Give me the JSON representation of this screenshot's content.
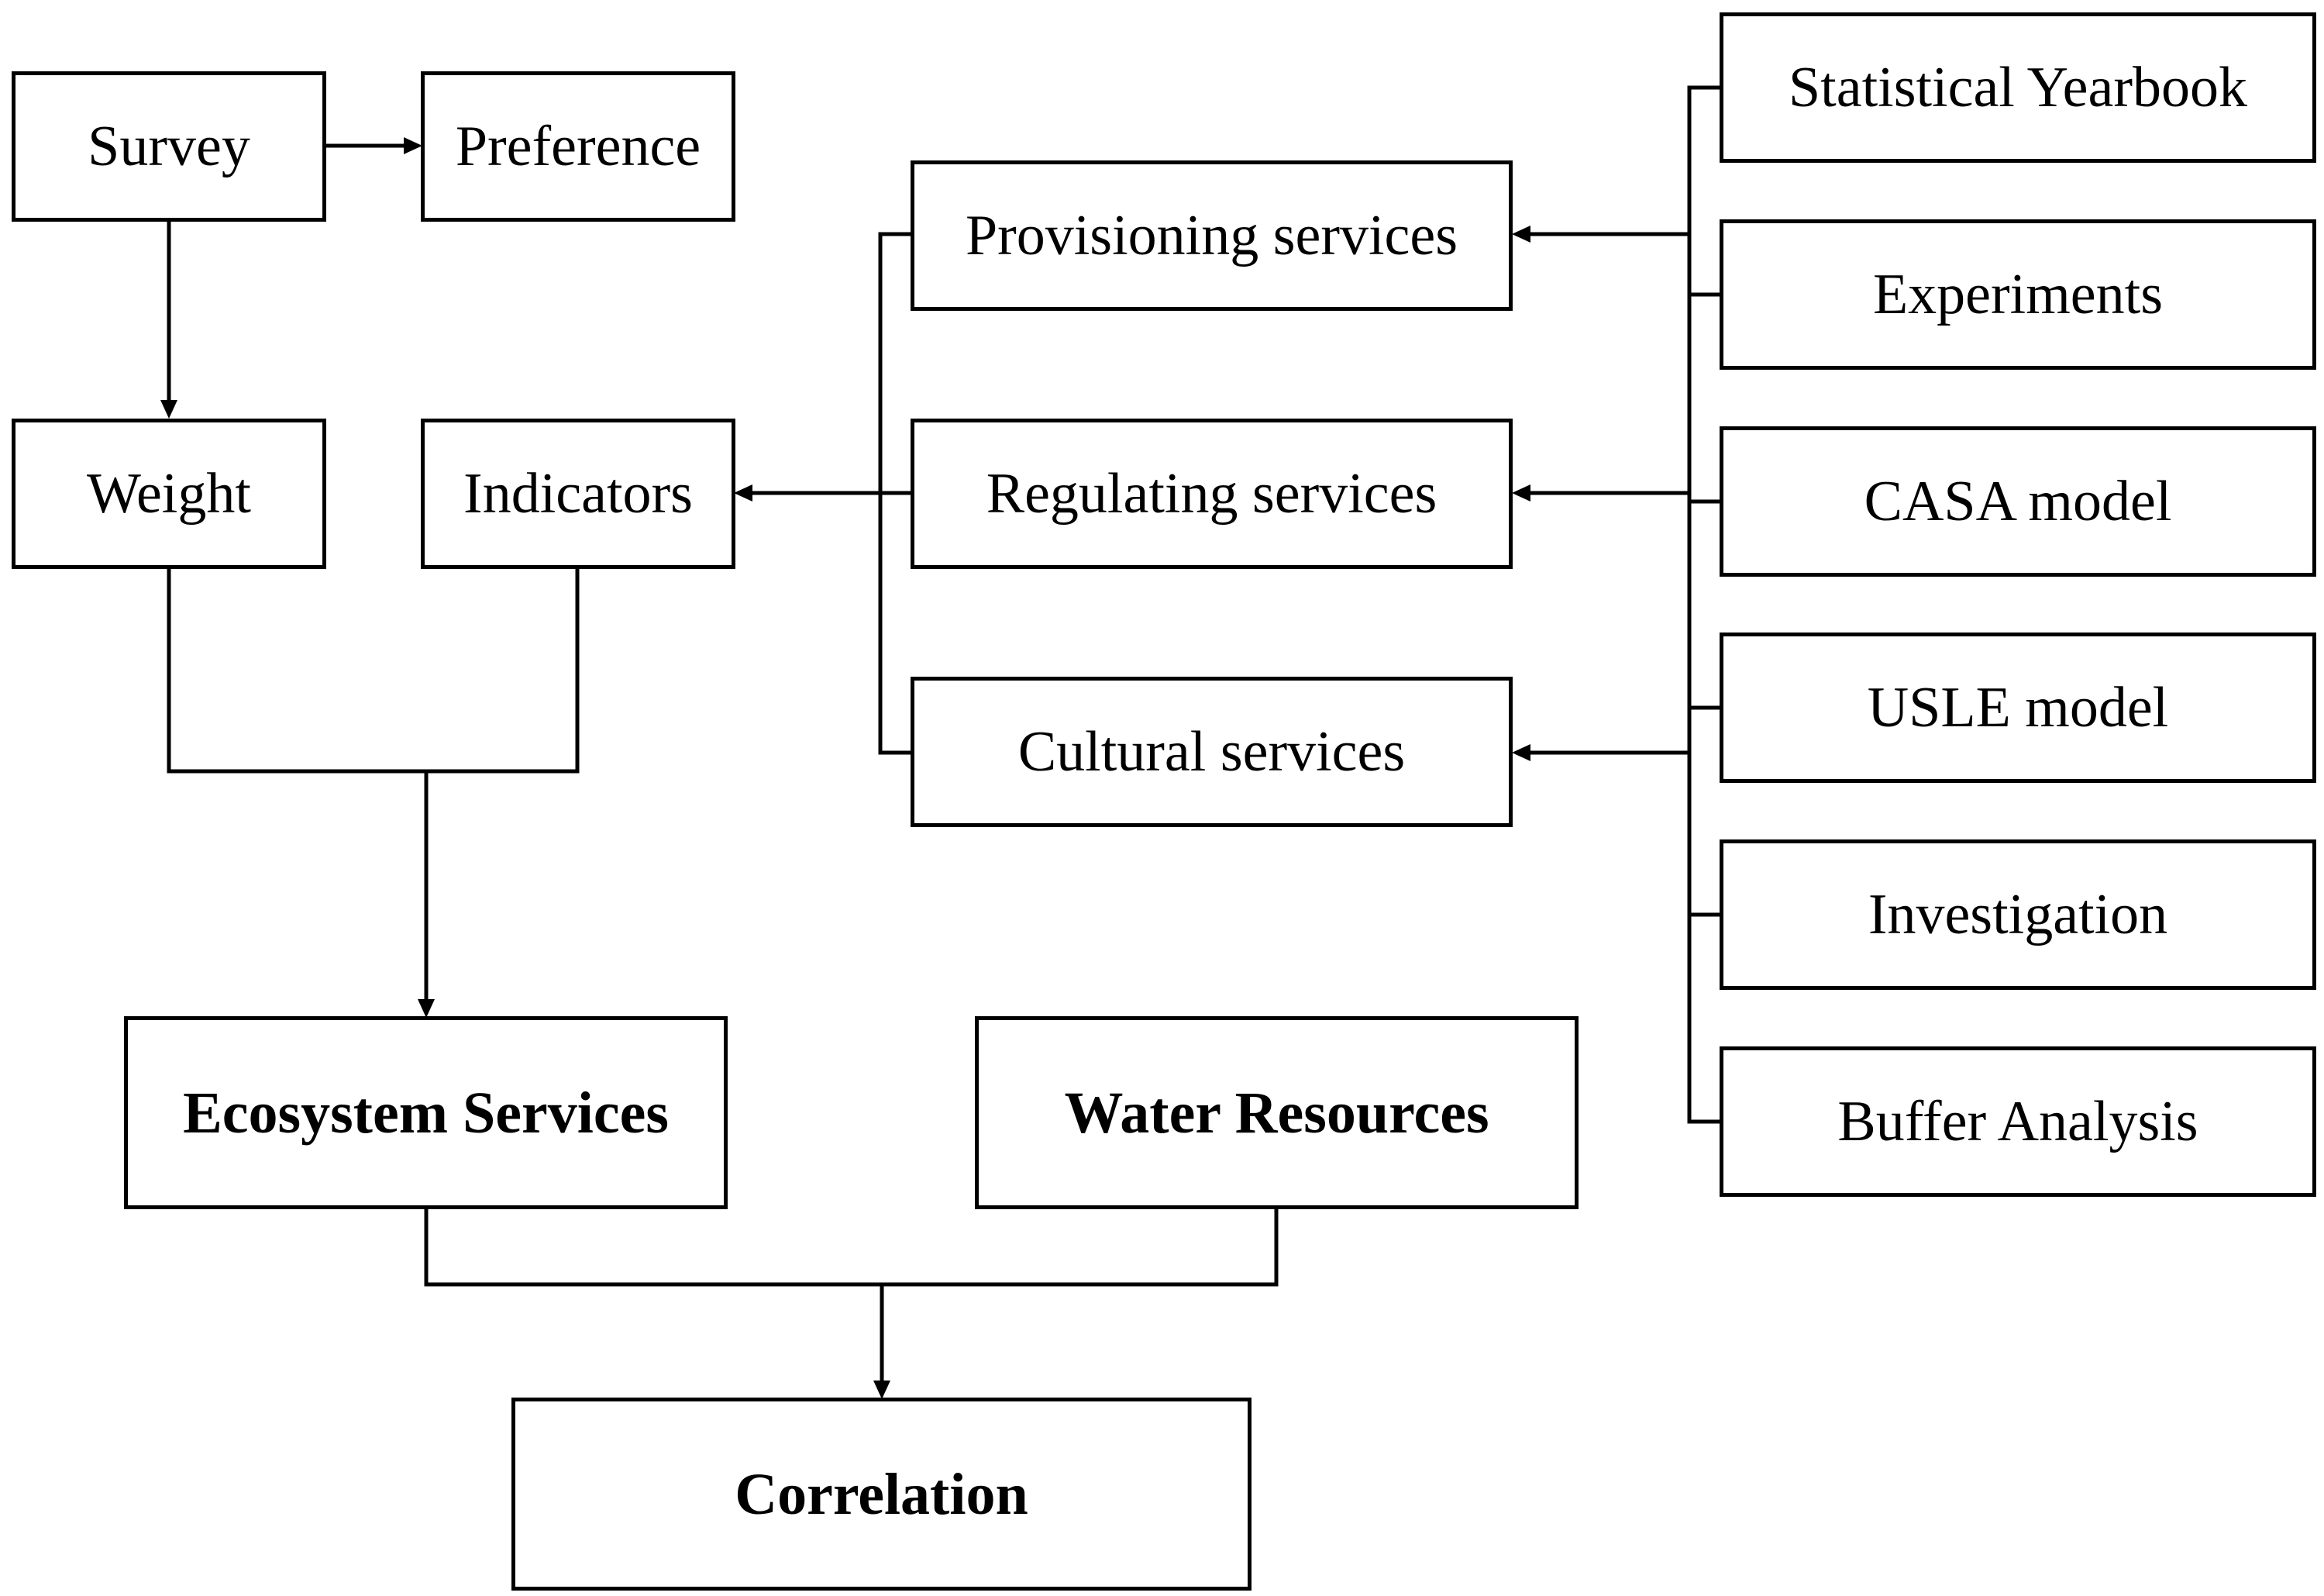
{
  "nodes": {
    "survey": "Survey",
    "preference": "Preference",
    "weight": "Weight",
    "indicators": "Indicators",
    "provisioning": "Provisioning services",
    "regulating": "Regulating services",
    "cultural": "Cultural services",
    "ecosystem": "Ecosystem Services",
    "water": "Water Resources",
    "correlation": "Correlation",
    "statistical": "Statistical Yearbook",
    "experiments": "Experiments",
    "casa": "CASA model",
    "usle": "USLE model",
    "investigation": "Investigation",
    "buffer": "Buffer Analysis"
  },
  "edges": [
    {
      "from": "survey",
      "to": "preference"
    },
    {
      "from": "survey",
      "to": "weight"
    },
    {
      "from": "weight",
      "to": "ecosystem"
    },
    {
      "from": "indicators",
      "to": "ecosystem"
    },
    {
      "from": "provisioning",
      "to": "indicators"
    },
    {
      "from": "regulating",
      "to": "indicators"
    },
    {
      "from": "cultural",
      "to": "indicators"
    },
    {
      "from": "statistical",
      "to": "provisioning"
    },
    {
      "from": "experiments",
      "to": "provisioning"
    },
    {
      "from": "casa",
      "to": "regulating"
    },
    {
      "from": "usle",
      "to": "regulating"
    },
    {
      "from": "investigation",
      "to": "cultural"
    },
    {
      "from": "buffer",
      "to": "cultural"
    },
    {
      "from": "ecosystem",
      "to": "correlation"
    },
    {
      "from": "water",
      "to": "correlation"
    }
  ]
}
